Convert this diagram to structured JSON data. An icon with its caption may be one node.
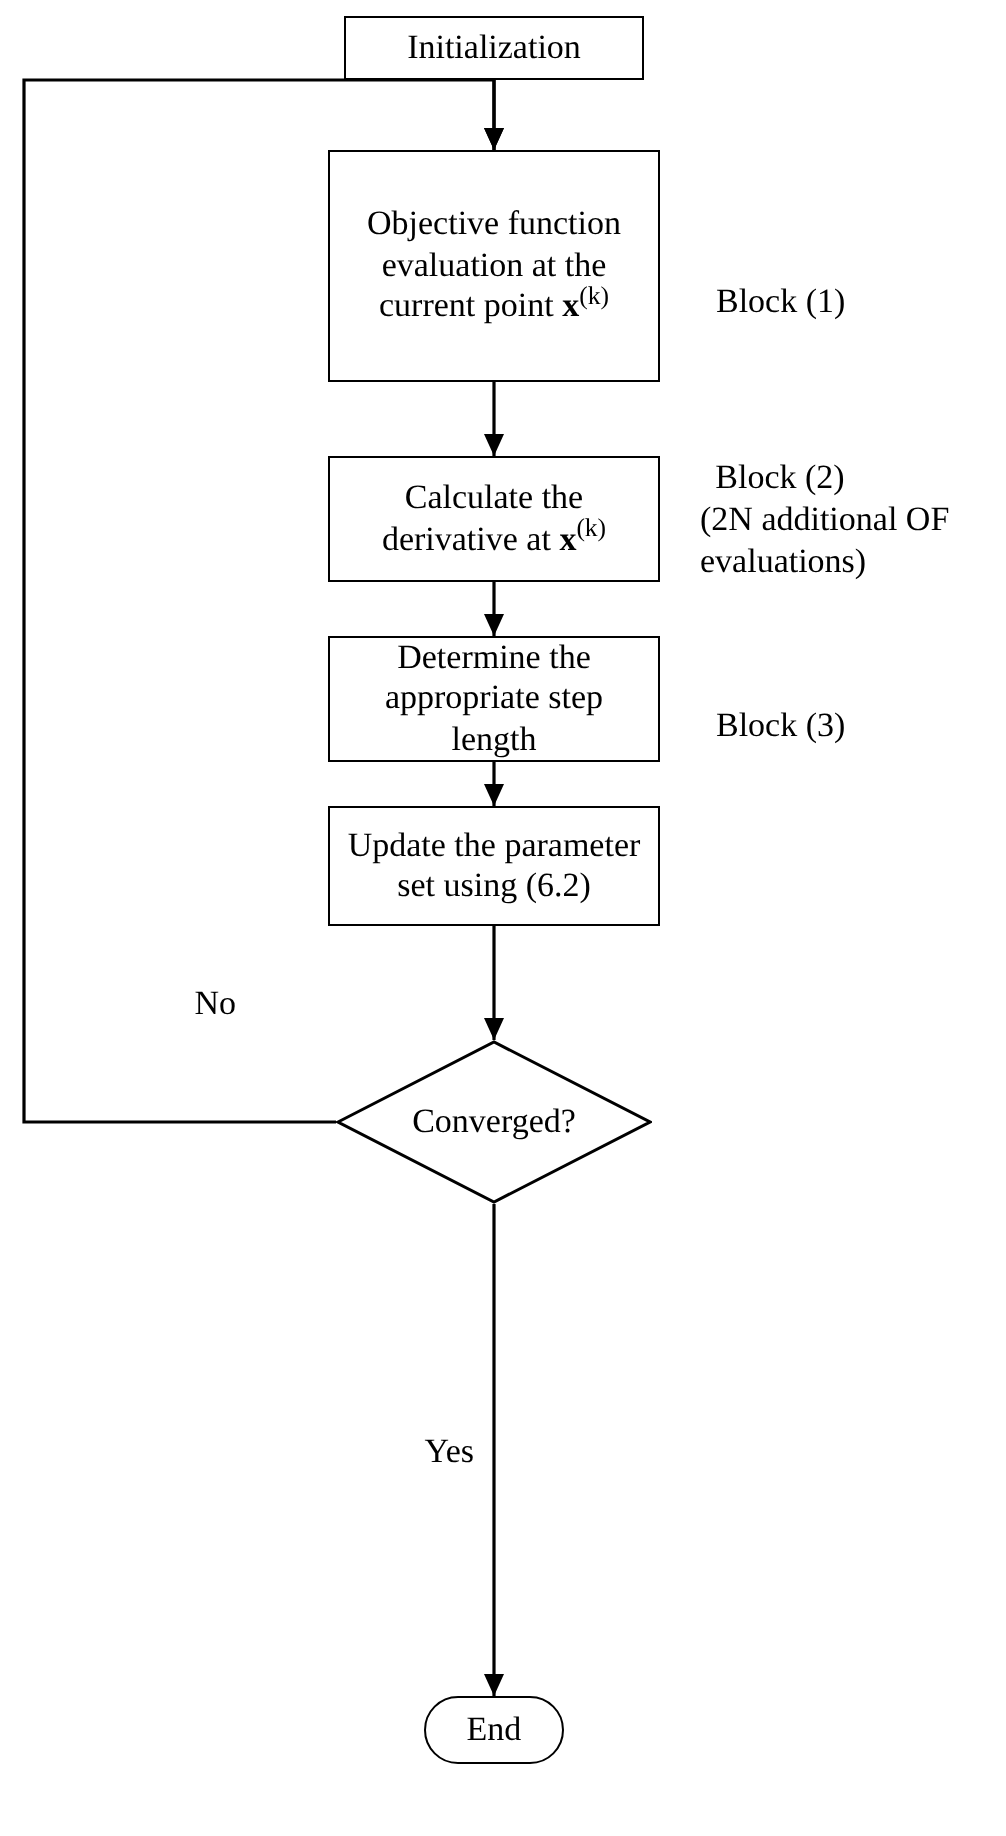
{
  "diagram": {
    "nodes": [
      {
        "text": [
          "Initialization"
        ]
      },
      {
        "text": [
          "Objective function evaluation at the current point **x**$^{(k)}$"
        ],
        "beside": [
          "Block (1)"
        ]
      },
      {
        "text": [
          "Calculate the derivative at **x**$^{(k)}$"
        ],
        "beside": [
          "Block (2)",
          "(2N additional OF evaluations)"
        ]
      },
      {
        "text": [
          "Determine the appropriate step length"
        ],
        "beside": [
          "Block (3)"
        ]
      },
      {
        "text": [
          "Update the parameter set using (6.2)"
        ]
      },
      {
        "text": [
          "Converged?"
        ]
      },
      {
        "text": [
          "End"
        ]
      }
    ],
    "edges": [
      {
        "from": 0,
        "to": 1,
        "arrow": "to"
      },
      {
        "from": 1,
        "to": 2,
        "arrow": "to"
      },
      {
        "from": 2,
        "to": 3,
        "arrow": "to"
      },
      {
        "from": 3,
        "to": 4,
        "arrow": "to"
      },
      {
        "from": 4,
        "to": 5,
        "arrow": "to"
      },
      {
        "from": 5,
        "to": 1,
        "arrow": "to",
        "label": "No"
      },
      {
        "from": 5,
        "to": 6,
        "arrow": "to",
        "label": "Yes"
      }
    ]
  }
}
